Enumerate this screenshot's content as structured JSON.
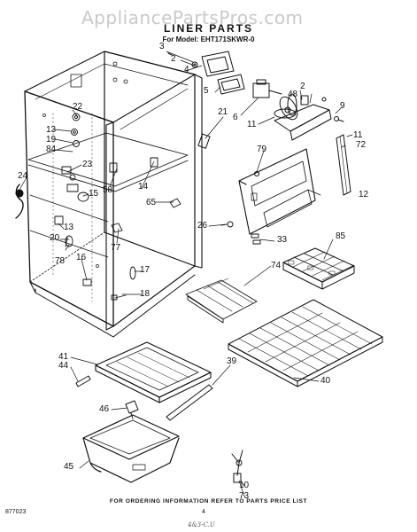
{
  "watermark": "AppliancePartsPros.com",
  "header": {
    "title": "LINER PARTS",
    "model_line": "For Model: EHT171SKWR-0"
  },
  "footer": {
    "ordering_note": "FOR ORDERING INFORMATION REFER TO PARTS PRICE LIST",
    "doc_number": "877023",
    "page_number": "4",
    "handwritten": "4&3-C.U"
  },
  "callouts": [
    "3",
    "2",
    "4",
    "5",
    "2",
    "48",
    "9",
    "6",
    "11",
    "11",
    "72",
    "21",
    "22",
    "13",
    "19",
    "84",
    "79",
    "23",
    "24",
    "15",
    "58",
    "14",
    "12",
    "65",
    "26",
    "13",
    "20",
    "77",
    "33",
    "85",
    "78",
    "16",
    "74",
    "17",
    "18",
    "41",
    "44",
    "39",
    "40",
    "46",
    "45",
    "10",
    "73"
  ]
}
